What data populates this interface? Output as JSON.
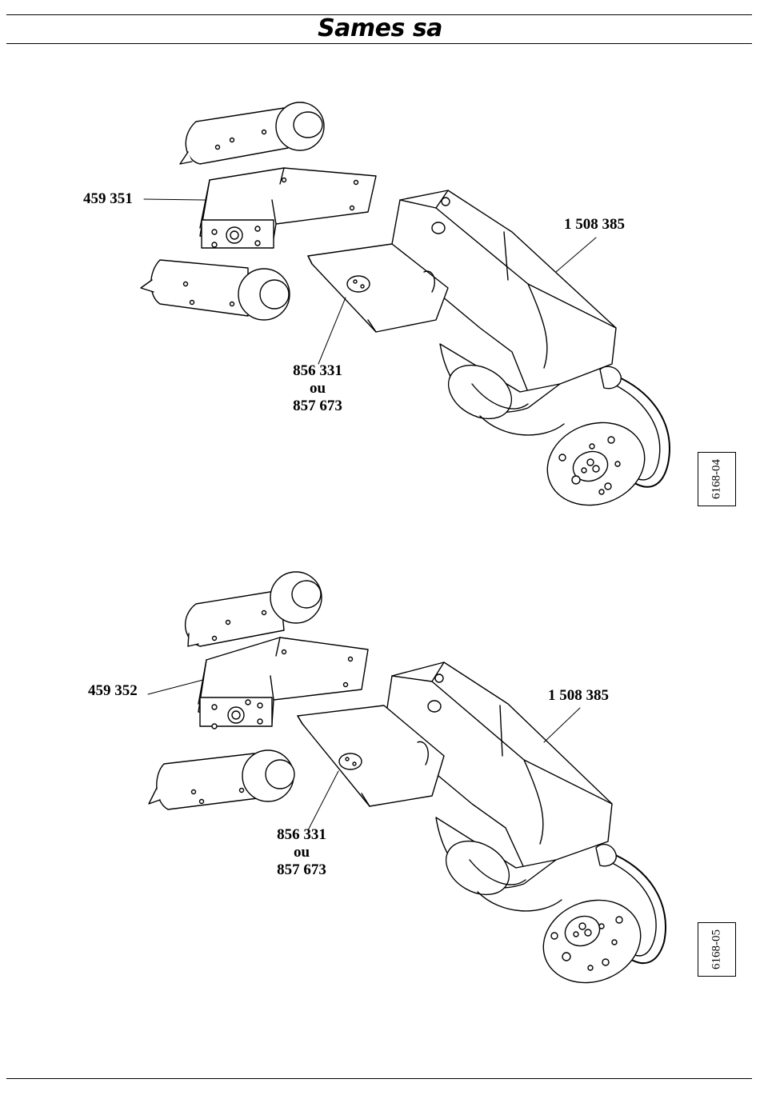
{
  "header": {
    "logo_text": "Sames sa"
  },
  "figures": [
    {
      "part_left": "459 351",
      "part_right": "1 508 385",
      "part_bottom_line1": "856 331",
      "part_bottom_line2": "ou",
      "part_bottom_line3": "857 673",
      "reference": "6168-04"
    },
    {
      "part_left": "459 352",
      "part_right": "1 508 385",
      "part_bottom_line1": "856 331",
      "part_bottom_line2": "ou",
      "part_bottom_line3": "857 673",
      "reference": "6168-05"
    }
  ]
}
